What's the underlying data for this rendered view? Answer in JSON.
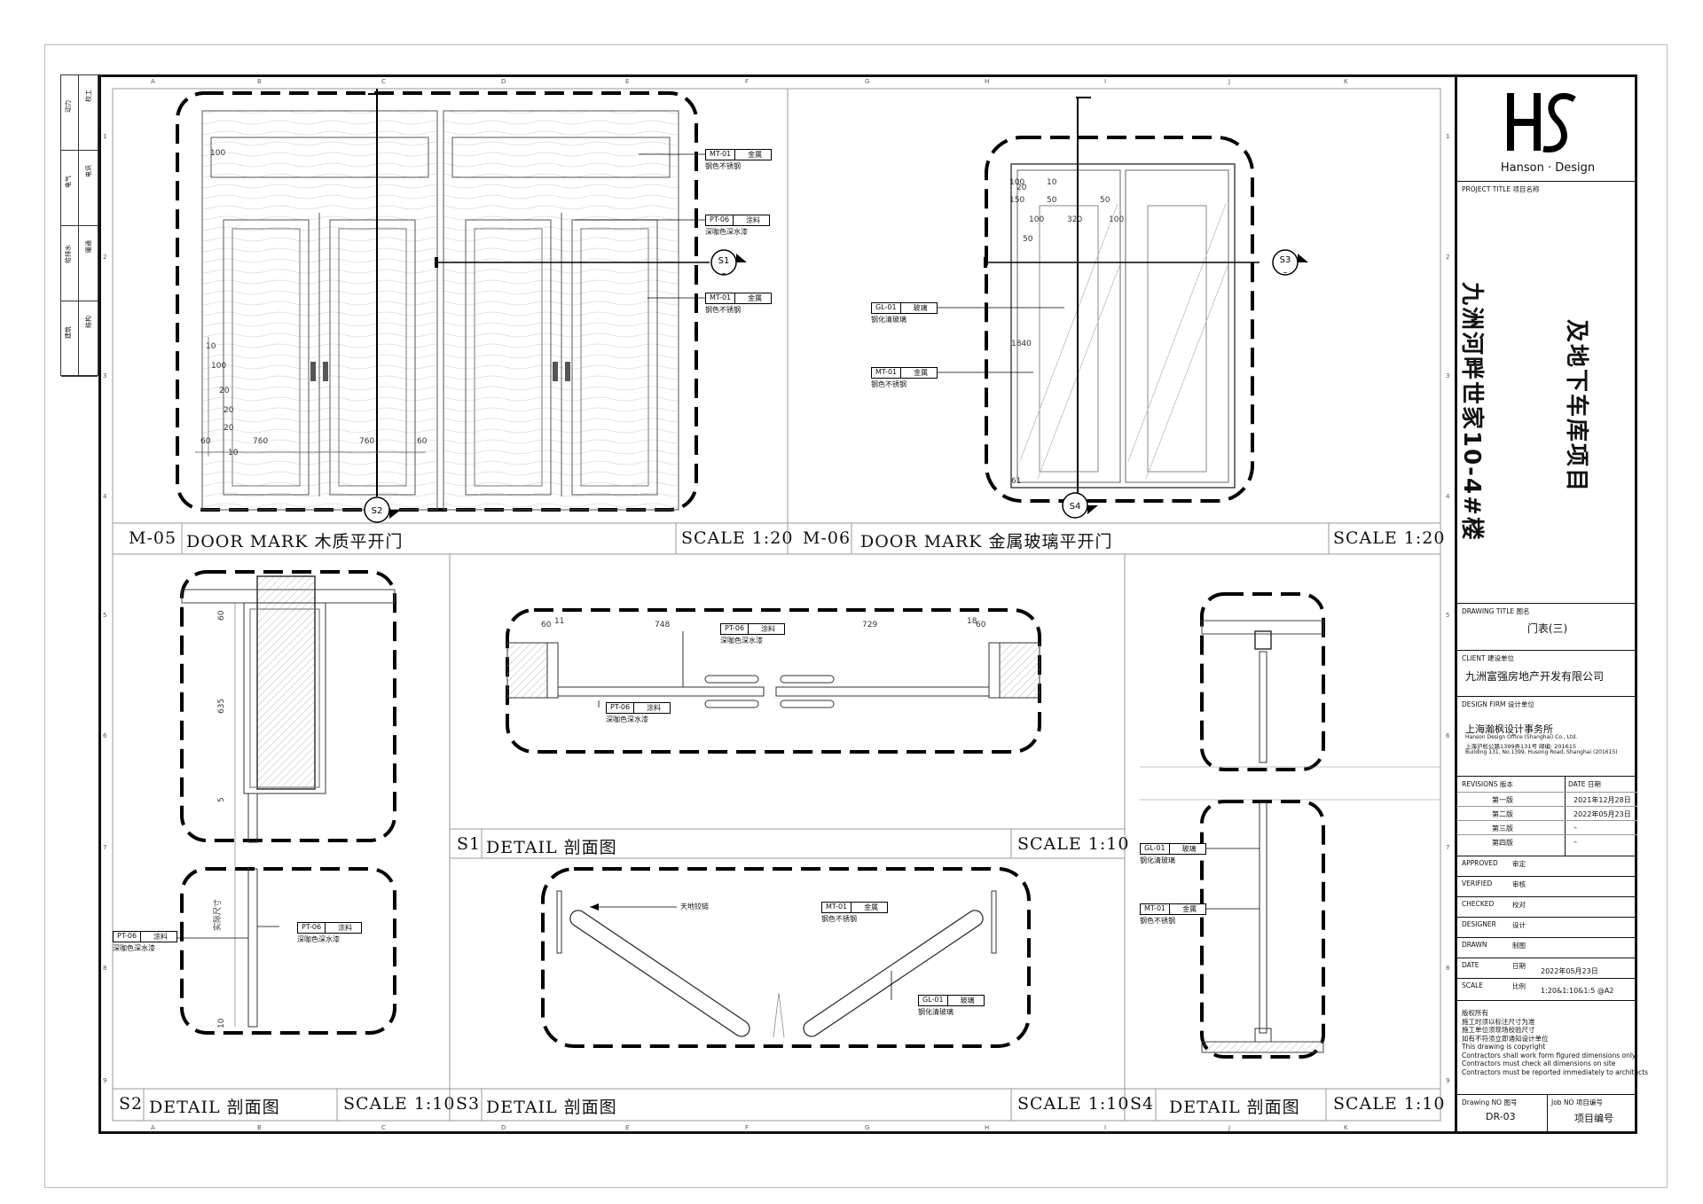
{
  "left_strip": {
    "rows": [
      {
        "a": "动力",
        "b": "校工"
      },
      {
        "a": "电气",
        "b": "电讯"
      },
      {
        "a": "给排水",
        "b": "暖通"
      },
      {
        "a": "建筑",
        "b": "结构"
      }
    ]
  },
  "col_labels": [
    "A",
    "B",
    "C",
    "D",
    "E",
    "F",
    "G",
    "H",
    "I",
    "J",
    "K"
  ],
  "row_labels": [
    "1",
    "2",
    "3",
    "4",
    "5",
    "6",
    "7",
    "8",
    "9"
  ],
  "panels": {
    "m05": {
      "code": "M-05",
      "title": "DOOR MARK 木质平开门",
      "scale": "SCALE 1:20"
    },
    "m06": {
      "code": "M-06",
      "title": "DOOR MARK  金属玻璃平开门",
      "scale": "SCALE 1:20"
    },
    "s1": {
      "code": "S1",
      "title": "DETAIL 剖面图",
      "scale": "SCALE 1:10"
    },
    "s2": {
      "code": "S2",
      "title": "DETAIL 剖面图",
      "scale": "SCALE 1:10"
    },
    "s3": {
      "code": "S3",
      "title": "DETAIL 剖面图",
      "scale": "SCALE 1:10"
    },
    "s4": {
      "code": "S4",
      "title": "DETAIL 剖面图",
      "scale": "SCALE 1:10"
    }
  },
  "tags": {
    "mt01": {
      "code": "MT-01",
      "mat": "金属",
      "desc": "钢色不锈钢"
    },
    "pt06": {
      "code": "PT-06",
      "mat": "涂料",
      "desc": "深咖色深水漆"
    },
    "gl01": {
      "code": "GL-01",
      "mat": "玻璃",
      "desc": "钢化清玻璃"
    }
  },
  "section_marks": {
    "s1": "S1",
    "s2": "S2",
    "s3": "S3",
    "s4": "S4",
    "dash": "–"
  },
  "dims": {
    "m05": {
      "d100": "100",
      "d60": "60",
      "d760": "760",
      "d20": "20",
      "d10": "10"
    },
    "m06": {
      "d100": "100",
      "d150": "150",
      "d20": "20",
      "d10": "10",
      "d50": "50",
      "d320": "320",
      "d1840": "1840",
      "d100b": "100",
      "d61": "61"
    },
    "s1": {
      "d60": "60",
      "d11": "11",
      "d748": "748",
      "d729": "729",
      "d18": "18",
      "d60b": "60"
    },
    "s2": {
      "d60": "60",
      "d635": "635",
      "d5": "5",
      "d10": "10",
      "actual": "实际尺寸"
    }
  },
  "s3_label_hinge": "天地铰链",
  "brand": {
    "name": "Hanson · Design"
  },
  "title_block": {
    "project_title_lbl": "PROJECT TITLE  项目名称",
    "project_line1": "九洲河畔世家10-4#楼",
    "project_line2": "及地下车库项目",
    "drawing_title_lbl": "DRAWING TITLE  图名",
    "drawing_title": "门表(三)",
    "client_lbl": "CLIENT  建设单位",
    "client": "九洲富强房地产开发有限公司",
    "design_firm_lbl": "DESIGN FIRM  设计单位",
    "firm_cn": "上海瀚枫设计事务所",
    "firm_en": "Hanson Design Office (Shanghai) Co., Ltd.",
    "firm_addr_cn": "上海沪松公路1399弄131号  邮编:  201615",
    "firm_addr_en": "Building 131, No.1399, Husong Road, Shanghai (201615)",
    "revisions_lbl": "REVISIONS  版本",
    "date_lbl": "DATE  日期",
    "revisions": [
      {
        "name": "第一版",
        "date": "2021年12月28日"
      },
      {
        "name": "第二版",
        "date": "2022年05月23日"
      },
      {
        "name": "第三版",
        "date": "–"
      },
      {
        "name": "第四版",
        "date": "–"
      }
    ],
    "approved": "APPROVED",
    "approved_cn": "审定",
    "verified": "VERIFIED",
    "verified_cn": "审核",
    "checked": "CHECKED",
    "checked_cn": "校对",
    "designer": "DESIGNER",
    "designer_cn": "设计",
    "drawn": "DRAWN",
    "drawn_cn": "制图",
    "date2": "DATE",
    "date2_cn": "日期",
    "date2_val": "2022年05月23日",
    "scale": "SCALE",
    "scale_cn": "比例",
    "scale_val": "1:20&1:10&1:5   @A2",
    "notes": [
      "版权所有",
      "施工时须以标注尺寸为准",
      "施工单位须现场校验尺寸",
      "如有不符须立即通知设计单位",
      "This drawing is copyright",
      "Contractors shall work form figured dimensions only",
      "Contractors must check all dimensions on site",
      "Contractors must be reported immediately to architects"
    ],
    "drawing_no_lbl": "Drawing NO  图号",
    "job_no_lbl": "Job NO  项目编号",
    "drawing_no": "DR-03",
    "job_no": "项目编号"
  }
}
